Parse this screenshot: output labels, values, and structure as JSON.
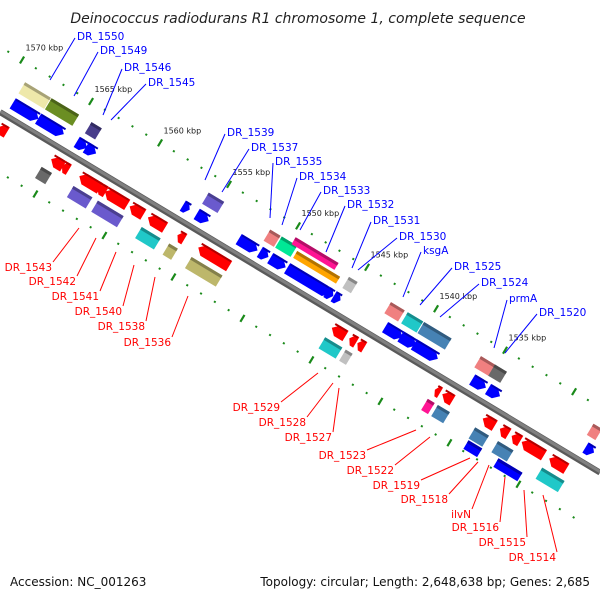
{
  "title": "Deinococcus radiodurans R1 chromosome 1, complete sequence",
  "footer": {
    "accession": "Accession: NC_001263",
    "summary": "Topology: circular; Length: 2,648,638 bp; Genes: 2,685"
  },
  "colors": {
    "forward_label": "#0000ff",
    "reverse_label": "#ff0000",
    "forward_gene": "#0000ff",
    "reverse_gene": "#ff0000",
    "backbone": "#808080",
    "ticks": "#1a8a1a"
  },
  "ticks": {
    "labels": [
      "1570 kbp",
      "1565 kbp",
      "1560 kbp",
      "1555 kbp",
      "1550 kbp",
      "1545 kbp",
      "1540 kbp",
      "1535 kbp"
    ]
  },
  "forward_labels": [
    "DR_1550",
    "DR_1549",
    "DR_1546",
    "DR_1545",
    "DR_1539",
    "DR_1537",
    "DR_1535",
    "DR_1534",
    "DR_1533",
    "DR_1532",
    "DR_1531",
    "DR_1530",
    "ksgA",
    "DR_1525",
    "DR_1524",
    "prmA",
    "DR_1520"
  ],
  "reverse_labels": [
    "DR_1543",
    "DR_1542",
    "DR_1541",
    "DR_1540",
    "DR_1538",
    "DR_1536",
    "DR_1529",
    "DR_1528",
    "DR_1527",
    "DR_1523",
    "DR_1522",
    "DR_1519",
    "DR_1518",
    "ilvN",
    "DR_1516",
    "DR_1515",
    "DR_1514"
  ]
}
